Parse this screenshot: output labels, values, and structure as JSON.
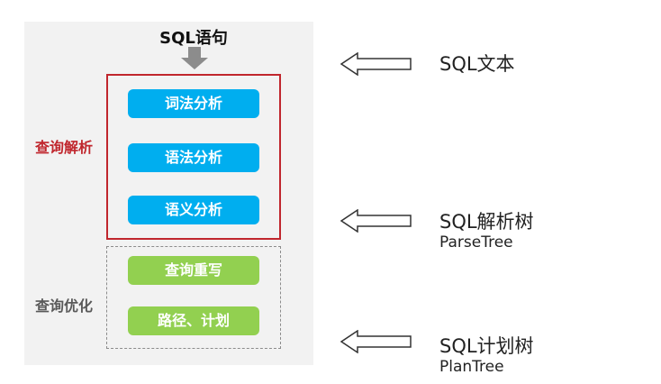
{
  "diagram": {
    "input_label": "SQL语句",
    "phases": [
      {
        "label": "查询解析",
        "color": "#c0262d",
        "steps": [
          "词法分析",
          "语法分析",
          "语义分析"
        ],
        "step_color": "#00aeef"
      },
      {
        "label": "查询优化",
        "color": "#595959",
        "steps": [
          "查询重写",
          "路径、计划"
        ],
        "step_color": "#92d050"
      }
    ],
    "annotations": [
      {
        "main": "SQL文本",
        "sub": ""
      },
      {
        "main": "SQL解析树",
        "sub": "ParseTree"
      },
      {
        "main": "SQL计划树",
        "sub": "PlanTree"
      }
    ]
  }
}
